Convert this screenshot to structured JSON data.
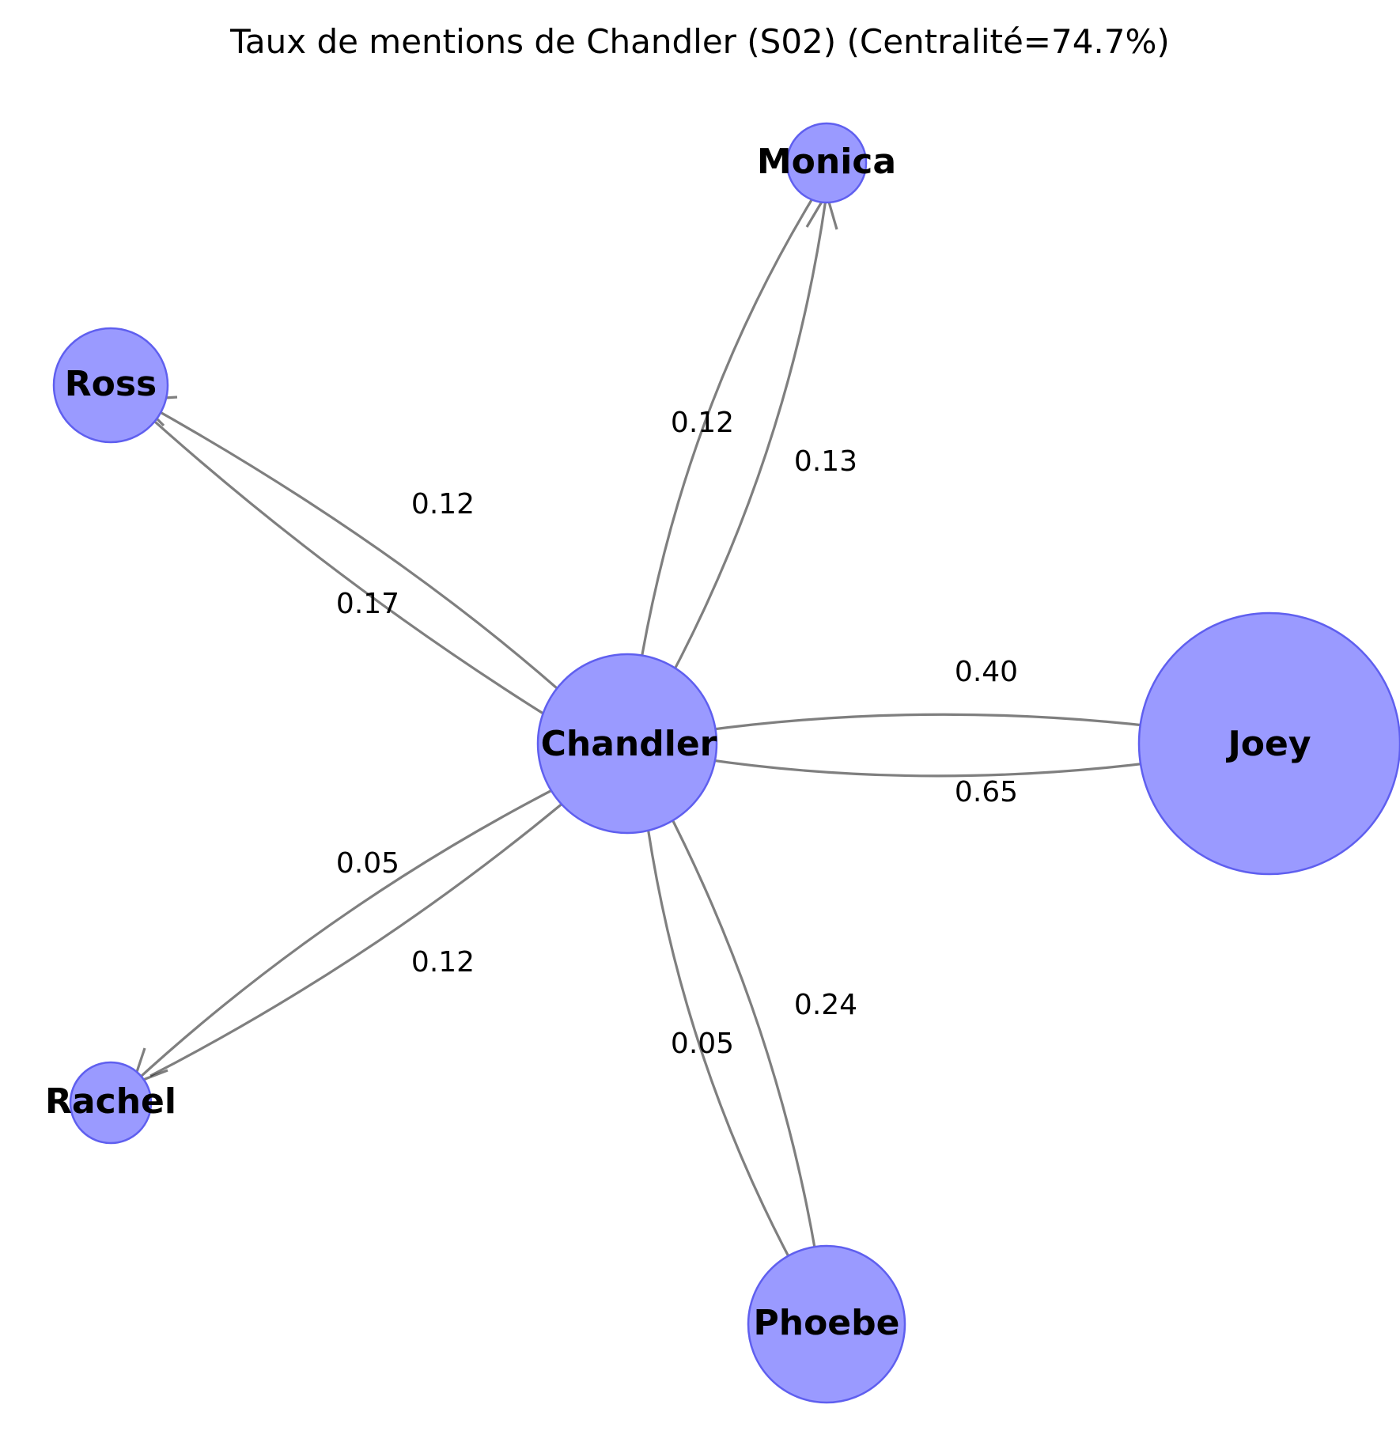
{
  "title": "Taux de mentions de Chandler (S02) (Centralité=74.7%)",
  "colors": {
    "node_fill": "#9a9aff",
    "node_stroke": "#5f5fef",
    "edge": "#808080"
  },
  "nodes": [
    {
      "id": "Chandler",
      "label": "Chandler"
    },
    {
      "id": "Joey",
      "label": "Joey"
    },
    {
      "id": "Monica",
      "label": "Monica"
    },
    {
      "id": "Ross",
      "label": "Ross"
    },
    {
      "id": "Rachel",
      "label": "Rachel"
    },
    {
      "id": "Phoebe",
      "label": "Phoebe"
    }
  ],
  "edges": [
    {
      "source": "Chandler",
      "target": "Joey",
      "label": "0.65"
    },
    {
      "source": "Joey",
      "target": "Chandler",
      "label": "0.40"
    },
    {
      "source": "Chandler",
      "target": "Monica",
      "label": "0.13"
    },
    {
      "source": "Monica",
      "target": "Chandler",
      "label": "0.12"
    },
    {
      "source": "Chandler",
      "target": "Ross",
      "label": "0.12"
    },
    {
      "source": "Ross",
      "target": "Chandler",
      "label": "0.17"
    },
    {
      "source": "Chandler",
      "target": "Rachel",
      "label": "0.05"
    },
    {
      "source": "Rachel",
      "target": "Chandler",
      "label": "0.12"
    },
    {
      "source": "Chandler",
      "target": "Phoebe",
      "label": "0.05"
    },
    {
      "source": "Phoebe",
      "target": "Chandler",
      "label": "0.24"
    }
  ]
}
